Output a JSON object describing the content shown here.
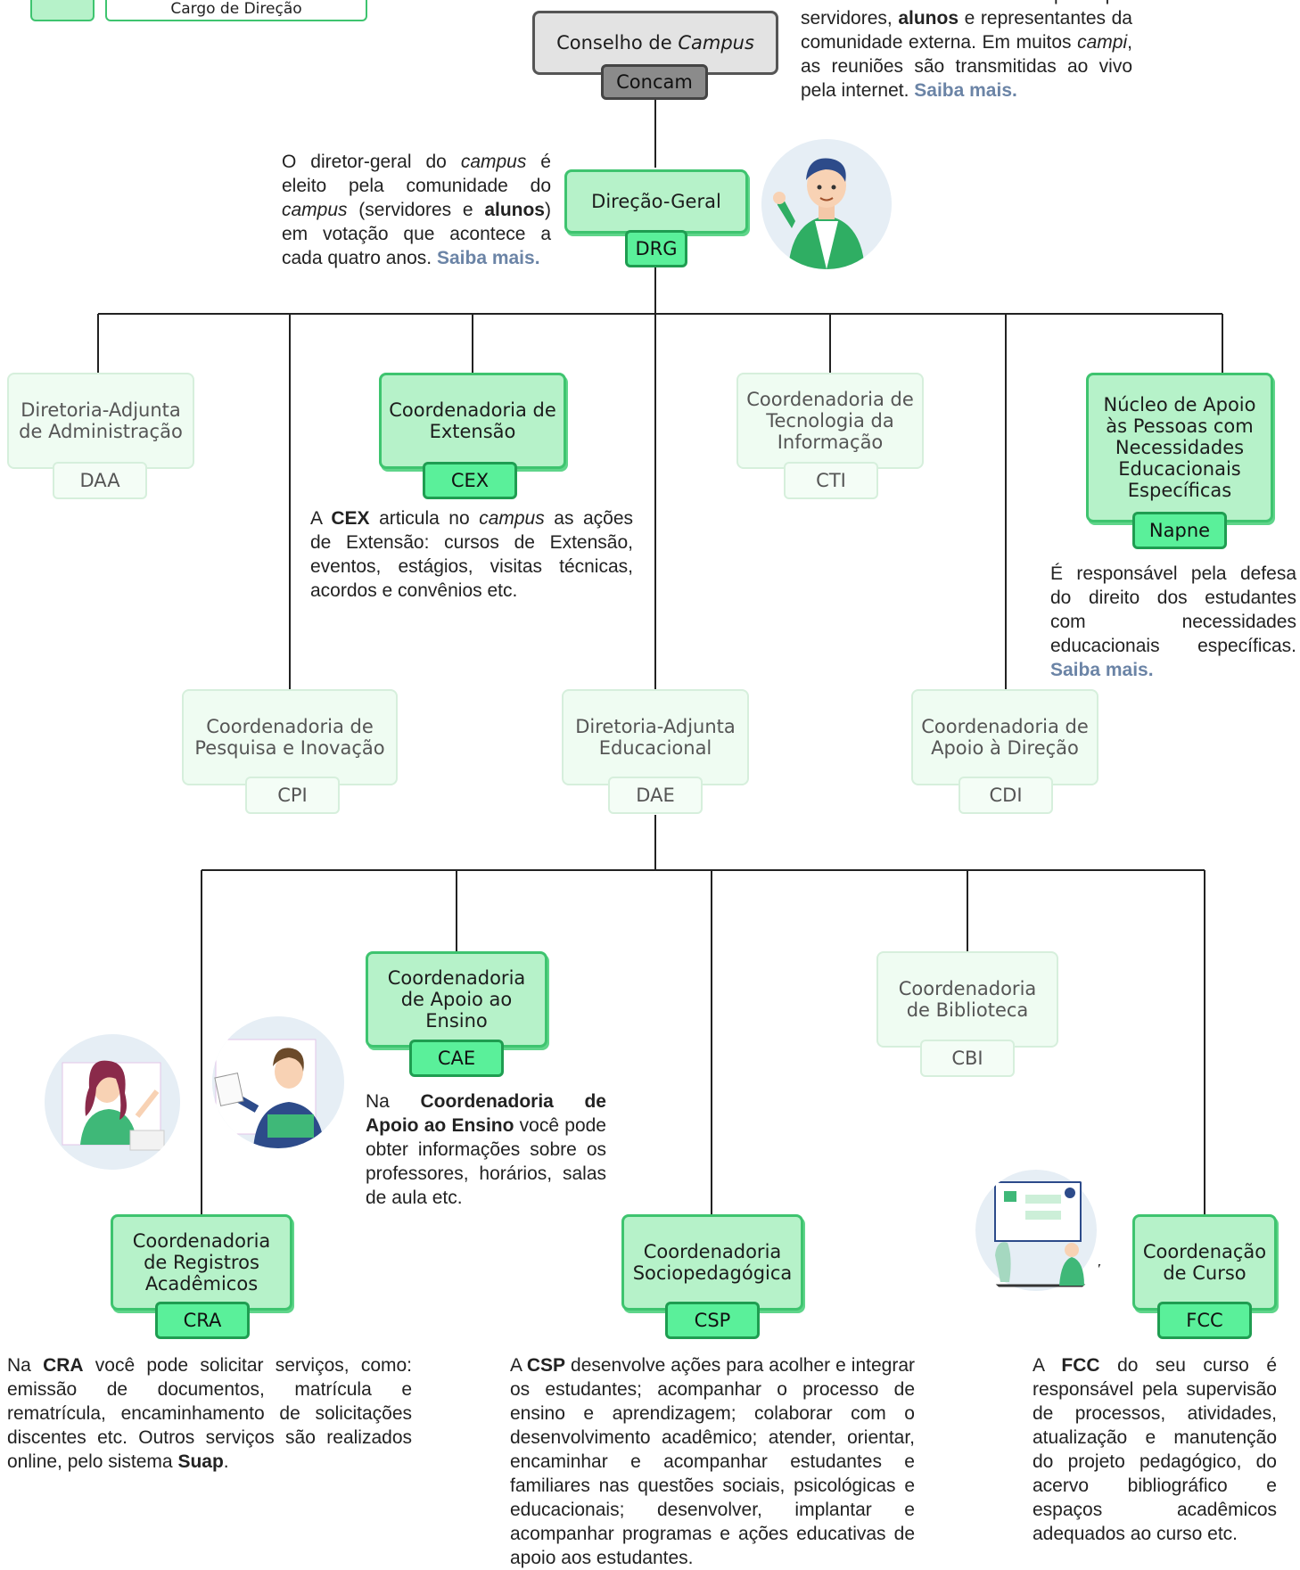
{
  "legend": {
    "label": "Cargo de Direção"
  },
  "nodes": {
    "concam": {
      "title_plain": "Conselho de ",
      "title_italic": "Campus",
      "abbr": "Concam"
    },
    "drg": {
      "title": "Direção-Geral",
      "abbr": "DRG"
    },
    "daa": {
      "title": "Diretoria-Adjunta de Administração",
      "abbr": "DAA"
    },
    "cex": {
      "title": "Coordenadoria de Extensão",
      "abbr": "CEX"
    },
    "cti": {
      "title": "Coordenadoria de Tecnologia da Informação",
      "abbr": "CTI"
    },
    "napne": {
      "title": "Núcleo de Apoio às Pessoas com Necessidades Educacionais Específicas",
      "abbr": "Napne"
    },
    "cpi": {
      "title": "Coordenadoria de Pesquisa e Inovação",
      "abbr": "CPI"
    },
    "dae": {
      "title": "Diretoria-Adjunta Educacional",
      "abbr": "DAE"
    },
    "cdi": {
      "title": "Coordenadoria de Apoio à Direção",
      "abbr": "CDI"
    },
    "cae": {
      "title": "Coordenadoria de Apoio ao Ensino",
      "abbr": "CAE"
    },
    "cbi": {
      "title": "Coordenadoria de Biblioteca",
      "abbr": "CBI"
    },
    "cra": {
      "title": "Coordenadoria de Registros Acadêmicos",
      "abbr": "CRA"
    },
    "csp": {
      "title": "Coordenadoria Sociopedagógica",
      "abbr": "CSP"
    },
    "fcc": {
      "title": "Coordenação de Curso",
      "abbr": "FCC"
    }
  },
  "texts": {
    "concam": {
      "p1": "O conselho deliberativo é composto por servidores, ",
      "b1": "alunos",
      "p2": " e representantes da comunidade externa. Em muitos ",
      "i1": "campi",
      "p3": ", as reuniões são transmitidas ao vivo pela internet. ",
      "more": "Saiba mais."
    },
    "drg": {
      "p1": "O diretor-geral do ",
      "i1": "campus",
      "p2": " é eleito pela comunidade do ",
      "i2": "campus",
      "p3": " (servidores e ",
      "b1": "alunos",
      "p4": ") em votação que acontece a cada quatro anos. ",
      "more": "Saiba mais."
    },
    "cex": {
      "p1": "A ",
      "b1": "CEX",
      "p2": " articula no ",
      "i1": "campus",
      "p3": " as ações de Extensão: cursos de Extensão, eventos, estágios, visitas técnicas, acordos e convênios etc."
    },
    "napne": {
      "p1": "É responsável pela defesa do direito dos estudantes com necessidades educacionais específicas. ",
      "more": "Saiba mais."
    },
    "cae": {
      "p1": "Na ",
      "b1": "Coordenadoria de Apoio ao Ensino",
      "p2": " você pode obter informações sobre os professores, horários, salas de aula etc."
    },
    "cra": {
      "p1": "Na ",
      "b1": "CRA",
      "p2": " você pode solicitar serviços, como: emissão de documentos, matrícula e rematrícula, encaminhamento de solicitações discentes etc. Outros serviços são realizados online, pelo sistema ",
      "b2": "Suap",
      "p3": "."
    },
    "csp": {
      "p1": "A ",
      "b1": "CSP",
      "p2": " desenvolve ações para acolher e integrar os estudantes; acompanhar o processo de ensino e aprendizagem; colaborar com o desenvolvimento acadêmico; atender, orientar, encaminhar e acompanhar estudantes e familiares nas questões sociais, psicológicas e educacionais; desenvolver, implantar e acompanhar programas e ações educativas de apoio aos estudantes."
    },
    "fcc": {
      "p1": "A ",
      "b1": "FCC",
      "p2": " do seu curso é responsável pela supervisão de processos, atividades, atualização e manutenção do projeto pedagógico, do acervo bibliográfico e espaços acadêmicos adequados ao curso etc."
    }
  },
  "colors": {
    "director_fill": "#b6f2c9",
    "director_border": "#3ec46f",
    "tag_fill": "#5af09a",
    "coord_fill": "#effcf2",
    "link": "#6b84a6",
    "line": "#222222"
  }
}
